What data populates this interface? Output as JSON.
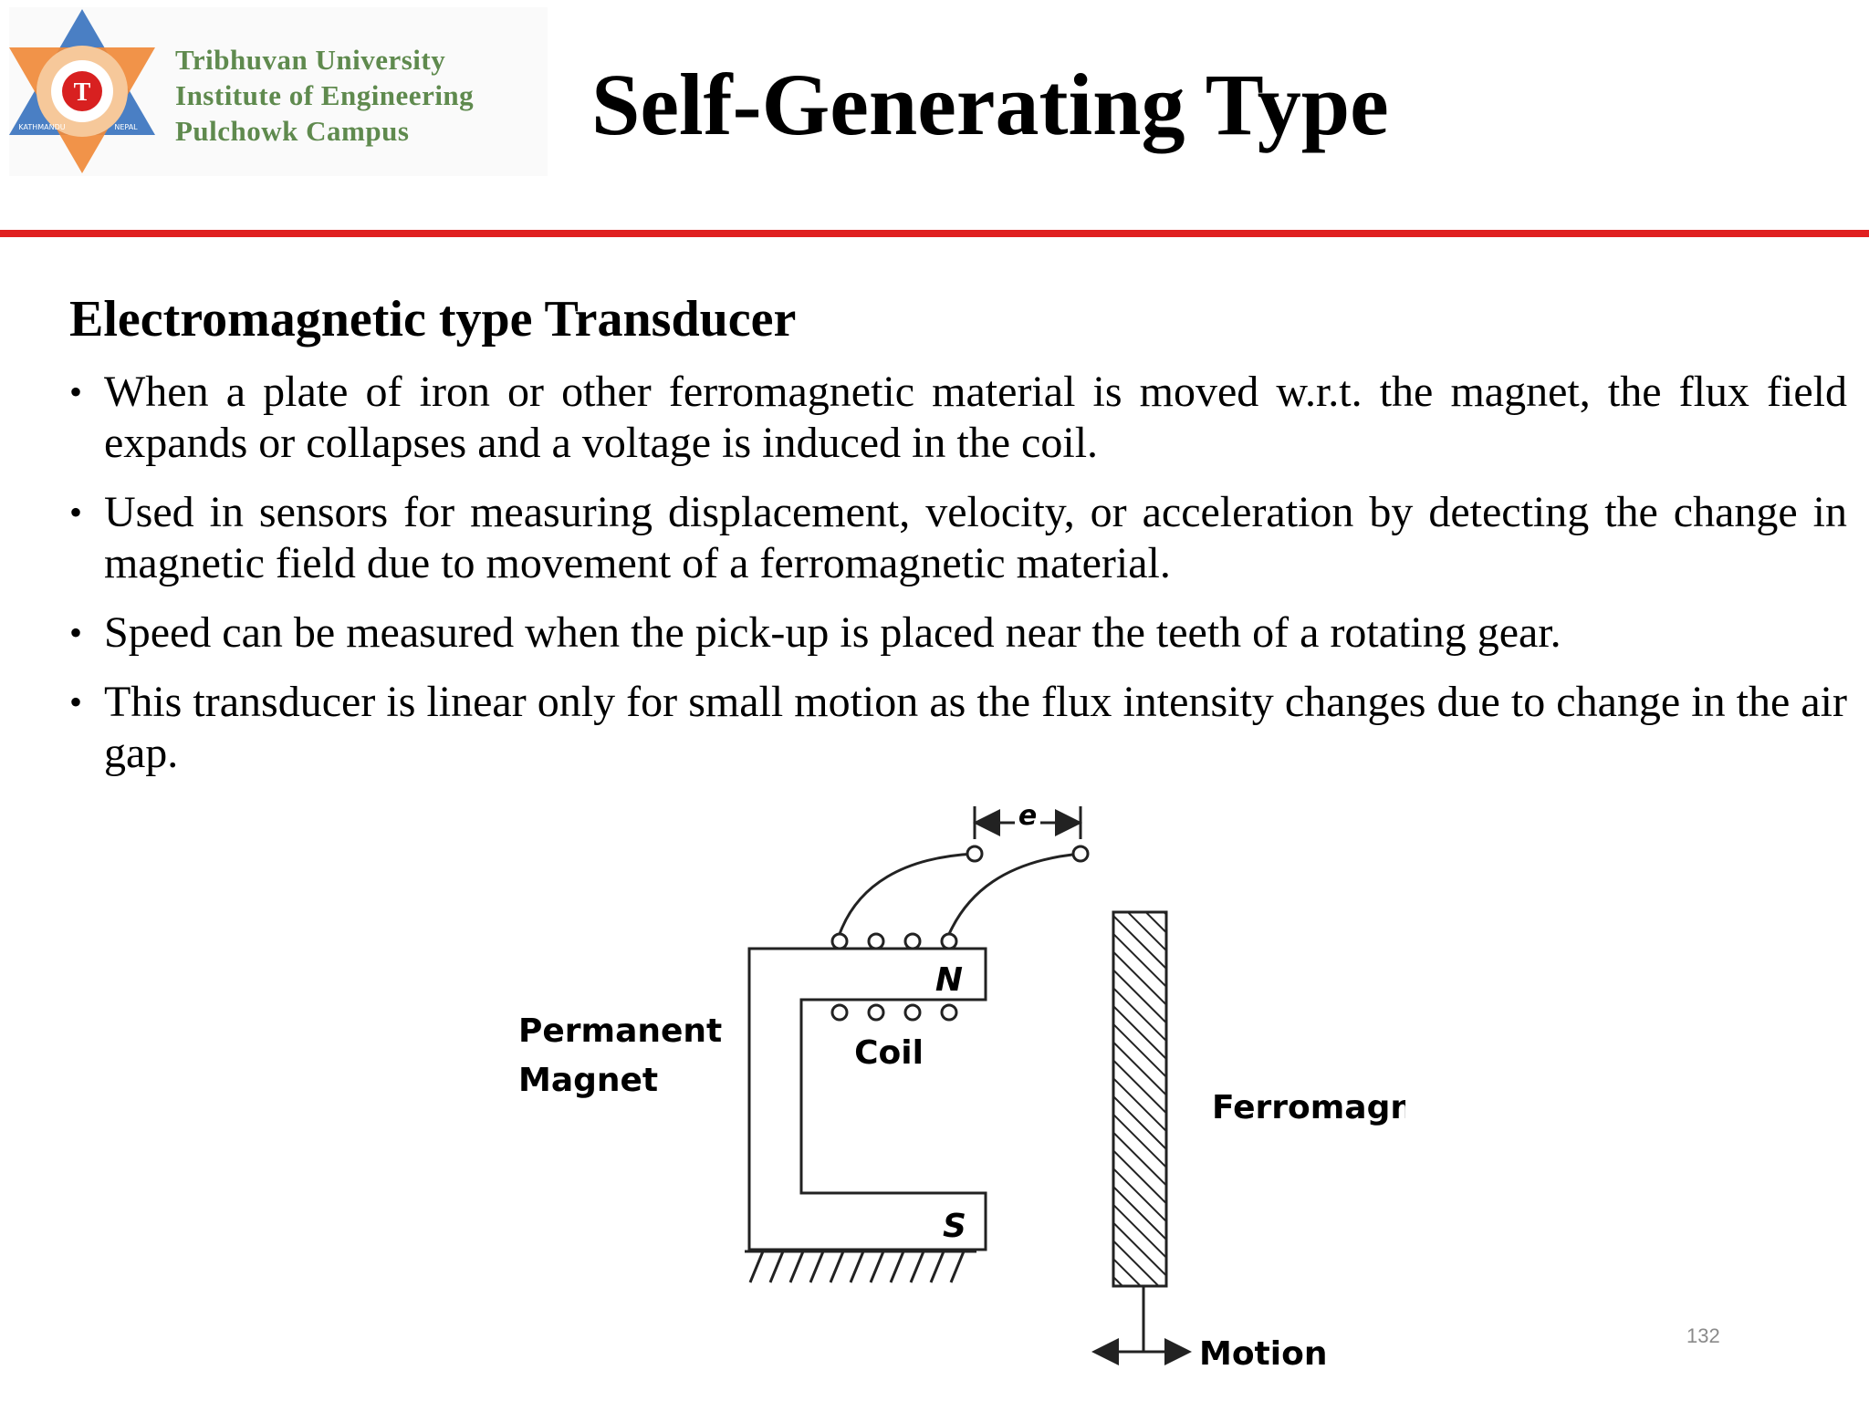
{
  "header": {
    "logo": {
      "lines": [
        "Tribhuvan University",
        "Institute of Engineering",
        "Pulchowk Campus"
      ],
      "emblem_letter": "T",
      "emblem_words": [
        "KATHMANDU",
        "NEPAL"
      ]
    },
    "title": "Self-Generating Type"
  },
  "content": {
    "subheading": "Electromagnetic type Transducer",
    "bullet_symbol": "•",
    "bullets": [
      "When a plate of iron or other ferromagnetic material is moved w.r.t. the magnet, the flux field expands or collapses and a voltage is induced in the coil.",
      "Used in sensors for measuring displacement, velocity, or acceleration by detecting the change in magnetic field due to movement of a ferromagnetic material.",
      "Speed can be measured when the pick-up is placed near the teeth of a rotating gear.",
      "This transducer is linear only for small motion as the flux intensity changes due to change in the air gap."
    ]
  },
  "diagram": {
    "labels": {
      "permanent": "Permanent",
      "magnet": "Magnet",
      "coil": "Coil",
      "north": "N",
      "south": "S",
      "ferromagnetic": "Ferromagnetic",
      "motion": "Motion",
      "output": "e"
    }
  },
  "footer": {
    "slide_number": "132"
  },
  "colors": {
    "rule": "#e02020",
    "logo_text": "#5f8a4e",
    "emblem_blue": "#4a7fc4",
    "emblem_orange": "#f08a3a",
    "emblem_red": "#d82020"
  }
}
